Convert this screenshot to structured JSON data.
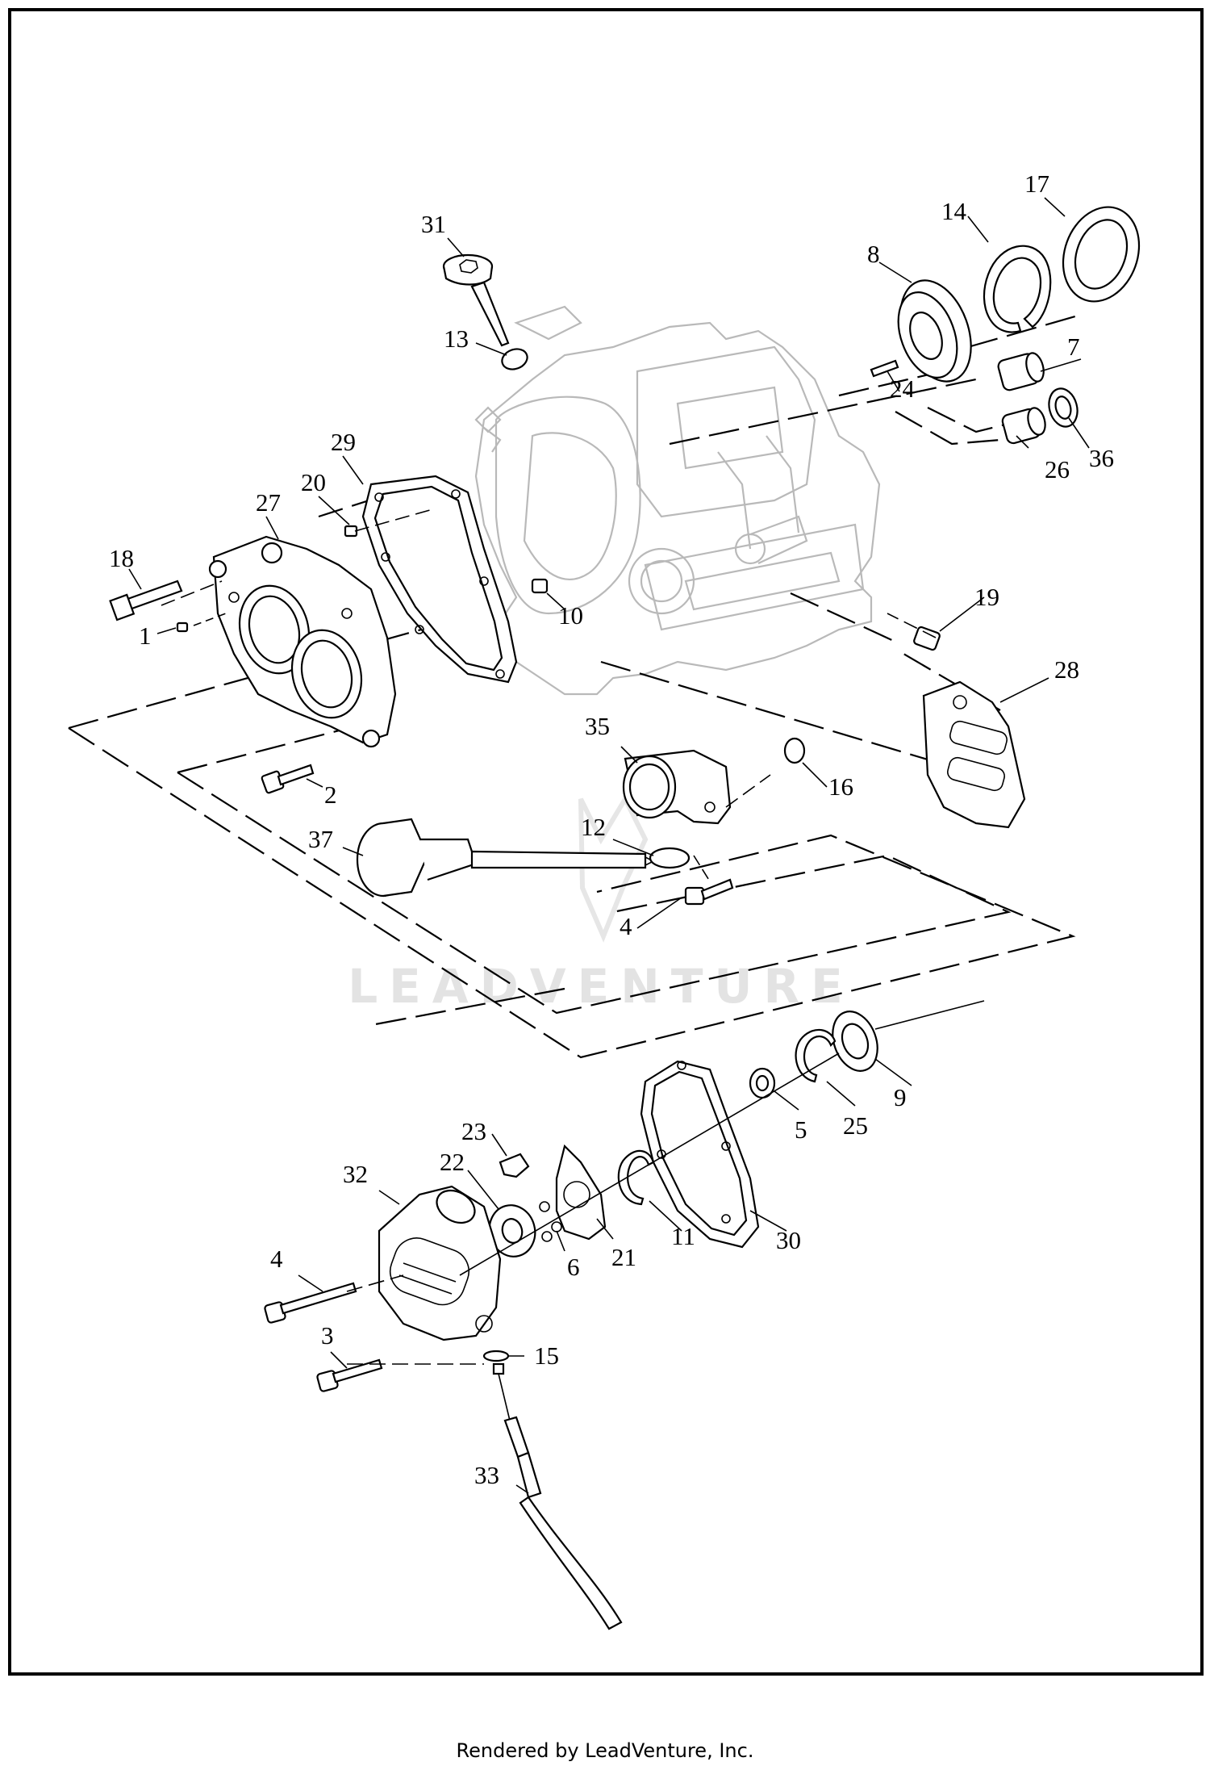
{
  "watermark": "LEADVENTURE",
  "footer": "Rendered by LeadVenture, Inc.",
  "callouts": [
    "1",
    "2",
    "3",
    "4",
    "4",
    "5",
    "6",
    "7",
    "8",
    "9",
    "10",
    "11",
    "12",
    "13",
    "14",
    "15",
    "16",
    "17",
    "18",
    "19",
    "20",
    "21",
    "22",
    "23",
    "24",
    "25",
    "26",
    "27",
    "28",
    "29",
    "30",
    "31",
    "32",
    "33",
    "35",
    "36",
    "37"
  ]
}
